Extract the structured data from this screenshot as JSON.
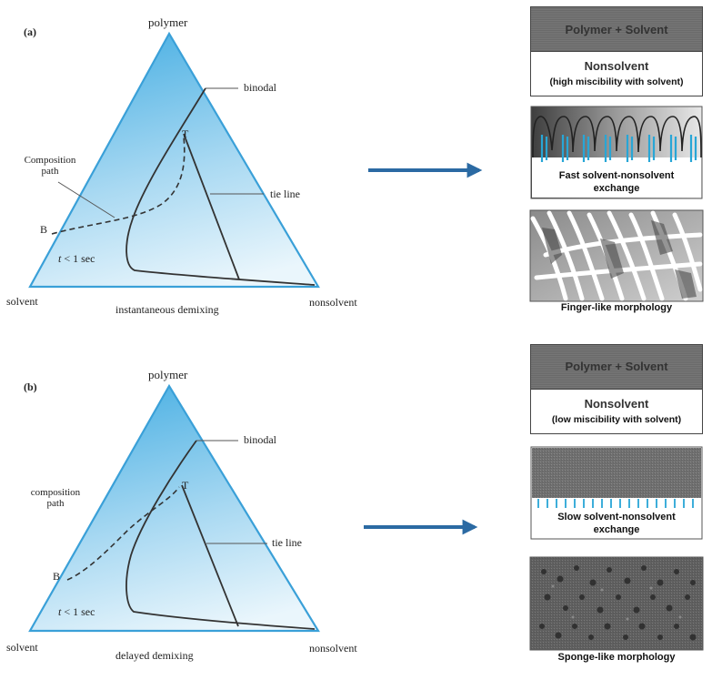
{
  "panel_a": {
    "label": "(a)",
    "vertex_top": "polymer",
    "vertex_left": "solvent",
    "vertex_right": "nonsolvent",
    "binodal": "binodal",
    "tie_line": "tie line",
    "point_t": "T",
    "point_b": "B",
    "composition_path_1": "Composition",
    "composition_path_2": "path",
    "time_italic": "t",
    "time_rest": " < 1 sec",
    "bottom_label": "instantaneous demixing",
    "box_top": "Polymer + Solvent",
    "box_title": "Nonsolvent",
    "box_sub": "(high miscibility with solvent)",
    "exchange_1": "Fast solvent-nonsolvent",
    "exchange_2": "exchange",
    "morphology": "Finger-like morphology"
  },
  "panel_b": {
    "label": "(b)",
    "vertex_top": "polymer",
    "vertex_left": "solvent",
    "vertex_right": "nonsolvent",
    "binodal": "binodal",
    "tie_line": "tie line",
    "point_t": "T",
    "point_b": "B",
    "composition_path_1": "composition",
    "composition_path_2": "path",
    "time_italic": "t",
    "time_rest": " < 1 sec",
    "bottom_label": "delayed demixing",
    "box_top": "Polymer + Solvent",
    "box_title": "Nonsolvent",
    "box_sub": "(low miscibility with solvent)",
    "exchange_1": "Slow solvent-nonsolvent",
    "exchange_2": "exchange",
    "morphology": "Sponge-like morphology"
  },
  "colors": {
    "triangle_edge": "#3aa0d8",
    "triangle_fill_top": "#5cb8e6",
    "triangle_fill_bottom": "#e6f4fb",
    "arrow": "#2b6aa3",
    "drops": "#28a6d6"
  }
}
